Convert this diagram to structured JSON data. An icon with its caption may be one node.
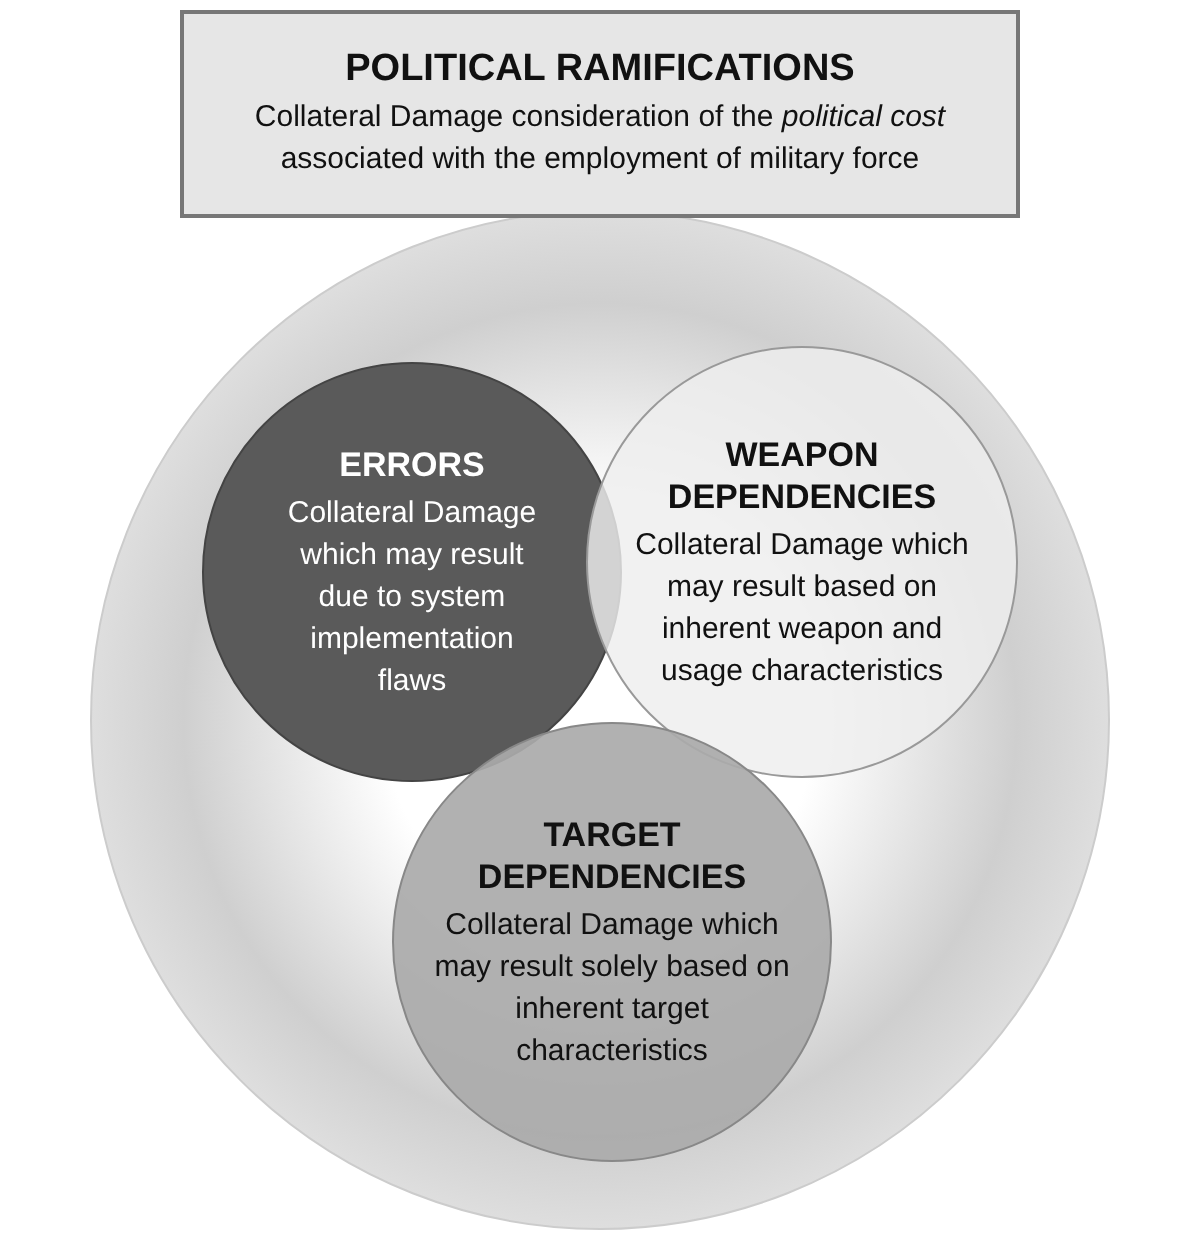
{
  "diagram": {
    "nodes": [
      {
        "text": [
          "POLITICAL RAMIFICATIONS",
          "Collateral Damage consideration of the *political cost* associated with the employment of military force"
        ]
      },
      {
        "text": [],
        "shape": "circle"
      },
      {
        "text": [
          "ERRORS",
          "Collateral Damage which may result due to system implementation flaws"
        ],
        "in": 1
      },
      {
        "text": [
          "WEAPON DEPENDENCIES",
          "Collateral Damage which may result based on inherent weapon and usage characteristics"
        ],
        "in": 1
      },
      {
        "text": [
          "TARGET DEPENDENCIES",
          "Collateral Damage which may result solely based on inherent target characteristics"
        ],
        "in": 1
      }
    ]
  }
}
